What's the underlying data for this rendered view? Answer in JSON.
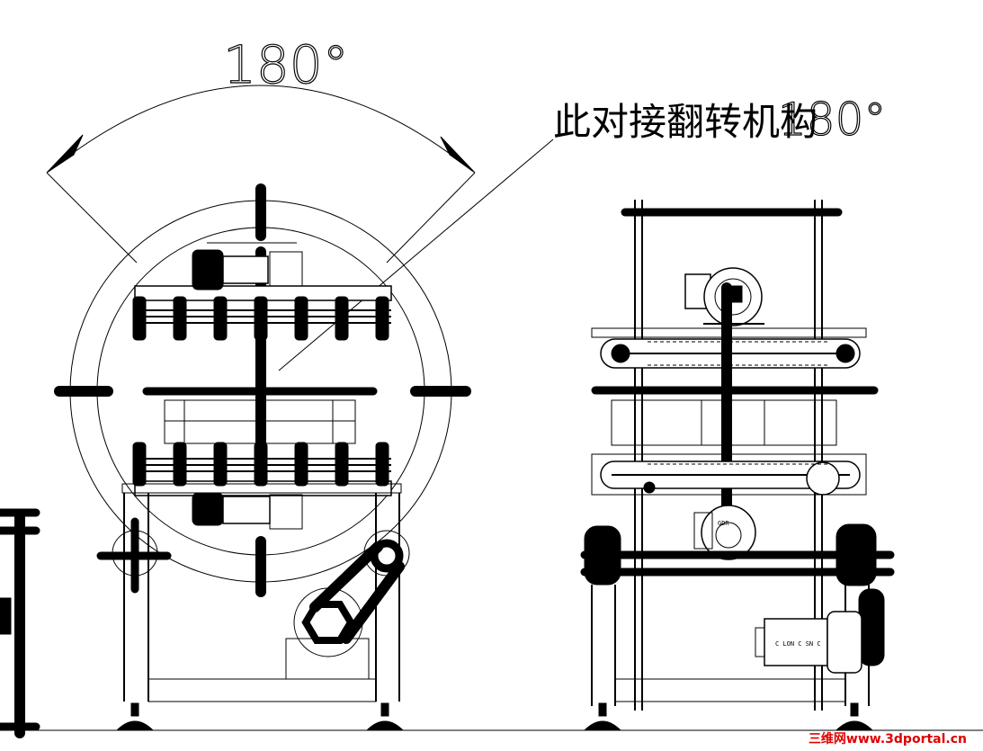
{
  "annotations": {
    "angle_label": "180°",
    "note_text": "此对接翻转机构",
    "note_value": "180°"
  },
  "motor_labels": {
    "front_top": "GDR",
    "front_bottom": "C LON C   SN C"
  },
  "watermark": "三维网www.3dportal.cn"
}
